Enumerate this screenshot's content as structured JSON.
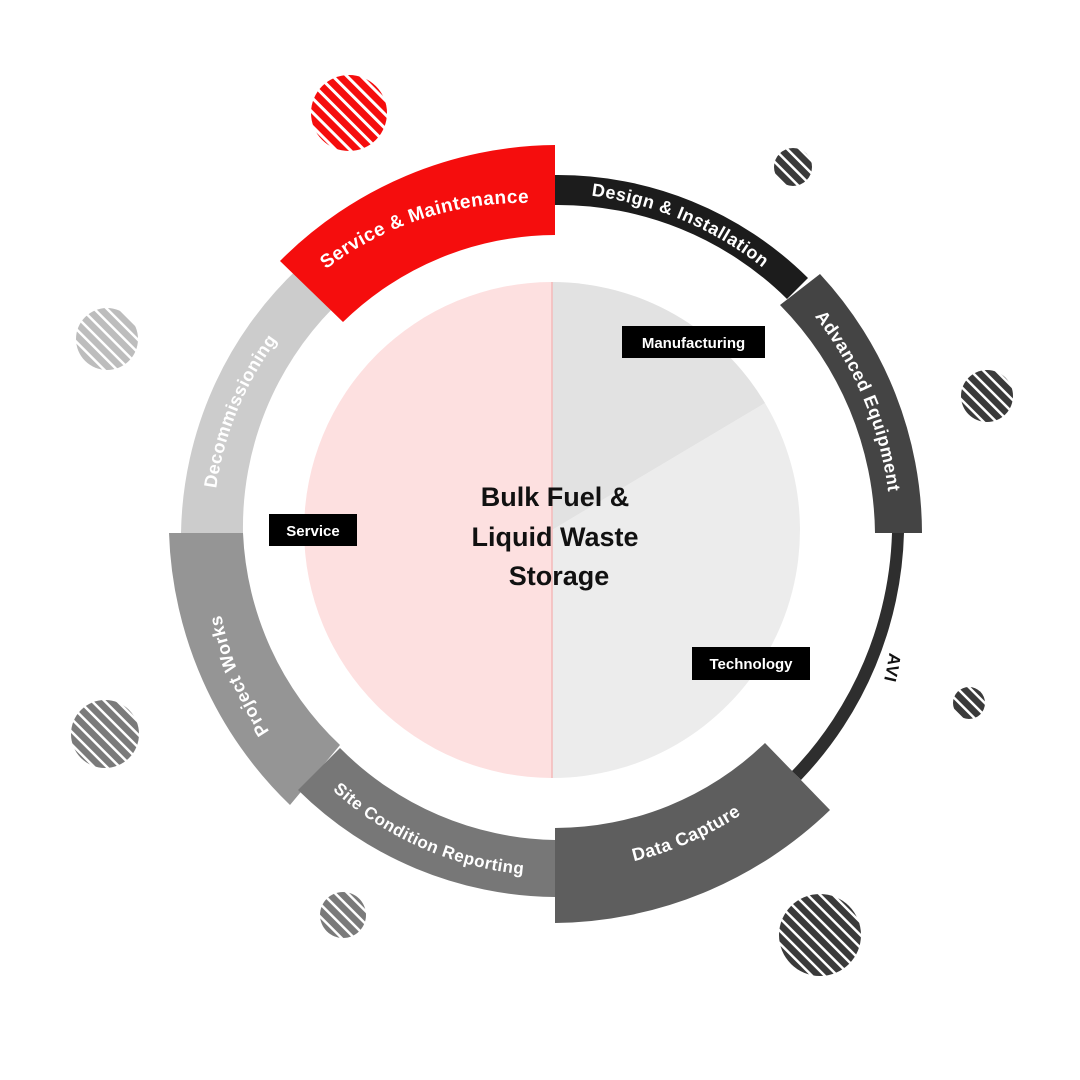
{
  "center": {
    "title_lines": [
      "Bulk Fuel &",
      "Liquid Waste",
      "Storage"
    ]
  },
  "ring_segments": [
    {
      "id": "service-maintenance",
      "label": "Service & Maintenance",
      "color": "#f50d0d"
    },
    {
      "id": "design-installation",
      "label": "Design & Installation",
      "color": "#1c1c1c"
    },
    {
      "id": "advanced-equipment",
      "label": "Advanced Equipment",
      "color": "#444444"
    },
    {
      "id": "avi",
      "label": "AVI",
      "color": "#2e2e2e"
    },
    {
      "id": "data-capture",
      "label": "Data Capture",
      "color": "#5e5e5e"
    },
    {
      "id": "site-condition-reporting",
      "label": "Site Condition Reporting",
      "color": "#777777"
    },
    {
      "id": "project-works",
      "label": "Project Works",
      "color": "#959595"
    },
    {
      "id": "decommissioning",
      "label": "Decommissioning",
      "color": "#cccccc"
    }
  ],
  "inner_tags": [
    {
      "id": "manufacturing",
      "label": "Manufacturing"
    },
    {
      "id": "service",
      "label": "Service"
    },
    {
      "id": "technology",
      "label": "Technology"
    }
  ],
  "colors": {
    "accent_red": "#f50d0d",
    "pie_pink": "#fde0e0",
    "pie_light_gray": "#ececec",
    "pie_mid_gray": "#e2e2e2",
    "tag_bg": "#000000"
  }
}
